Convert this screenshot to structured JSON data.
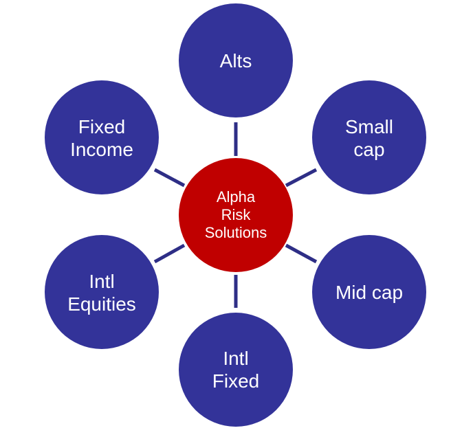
{
  "center": {
    "lines": [
      "Alpha",
      "Risk",
      "Solutions"
    ]
  },
  "nodes": [
    {
      "id": "alts",
      "lines": [
        "Alts"
      ]
    },
    {
      "id": "small-cap",
      "lines": [
        "Small",
        "cap"
      ]
    },
    {
      "id": "mid-cap",
      "lines": [
        "Mid cap"
      ]
    },
    {
      "id": "intl-fixed",
      "lines": [
        "Intl",
        "Fixed"
      ]
    },
    {
      "id": "intl-equities",
      "lines": [
        "Intl",
        "Equities"
      ]
    },
    {
      "id": "fixed-income",
      "lines": [
        "Fixed",
        "Income"
      ]
    }
  ],
  "colors": {
    "node": "#333399",
    "center": "#c00000",
    "connector": "#2e2e86"
  }
}
